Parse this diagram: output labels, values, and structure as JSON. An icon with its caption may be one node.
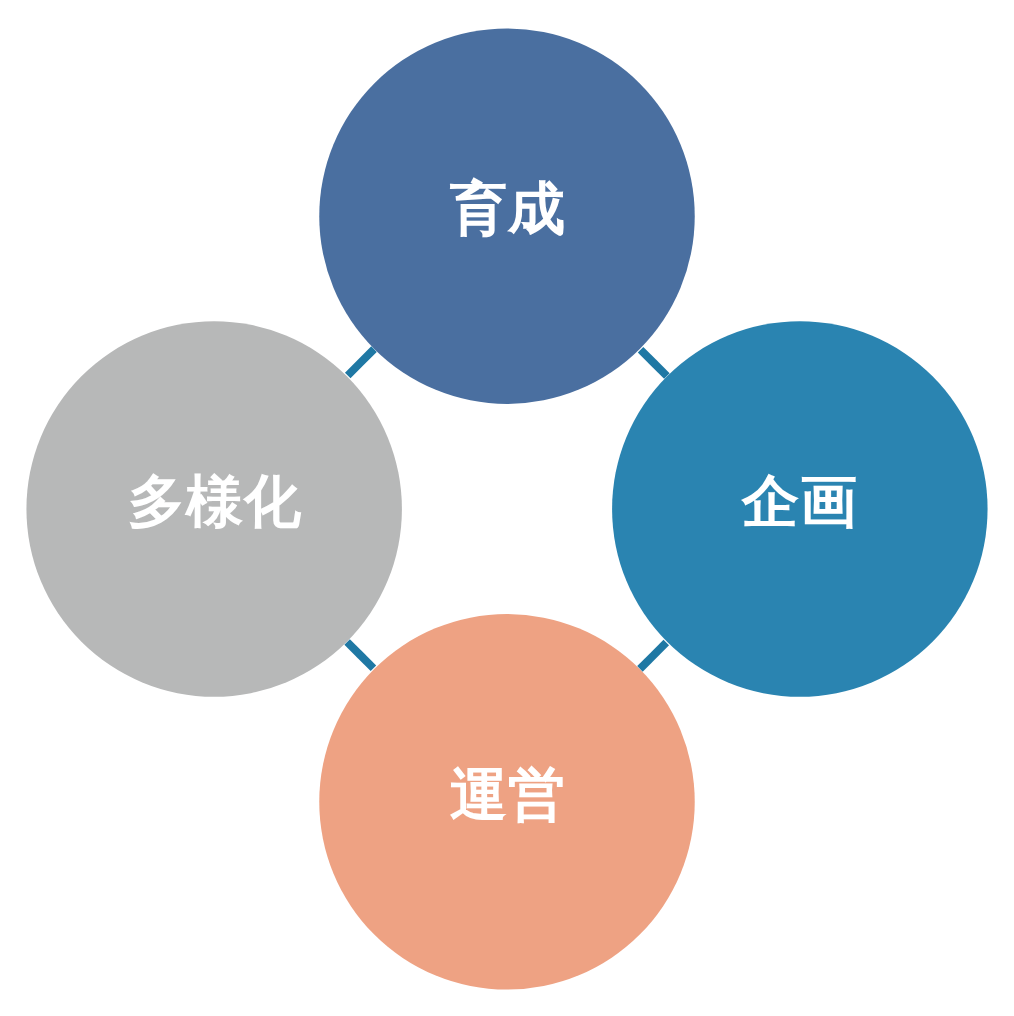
{
  "diagram": {
    "nodes": [
      {
        "text": [
          "育成"
        ]
      },
      {
        "text": [
          "企画"
        ]
      },
      {
        "text": [
          "運営"
        ]
      },
      {
        "text": [
          "多様化"
        ]
      }
    ],
    "edges": [
      {
        "from": 0,
        "to": 1,
        "arrow": "none"
      },
      {
        "from": 1,
        "to": 2,
        "arrow": "none"
      },
      {
        "from": 2,
        "to": 3,
        "arrow": "none"
      },
      {
        "from": 3,
        "to": 0,
        "arrow": "none"
      }
    ]
  }
}
